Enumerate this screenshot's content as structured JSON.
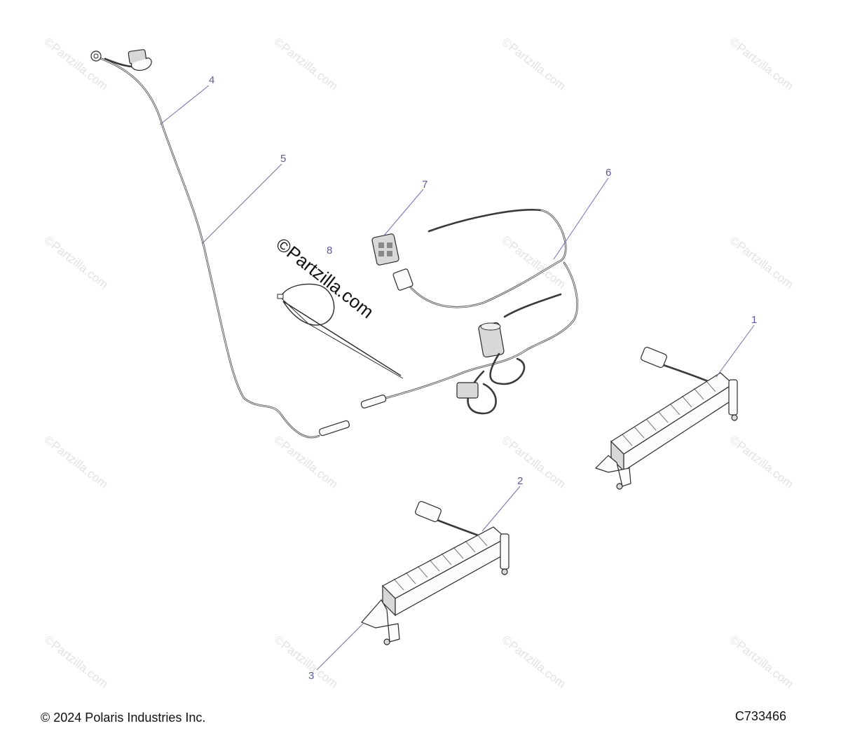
{
  "watermark": "©Partzilla.com",
  "callouts": [
    "1",
    "2",
    "3",
    "4",
    "5",
    "6",
    "7",
    "8"
  ],
  "footer": {
    "copyright": "© 2024 Polaris Industries Inc.",
    "code": "C733466"
  }
}
